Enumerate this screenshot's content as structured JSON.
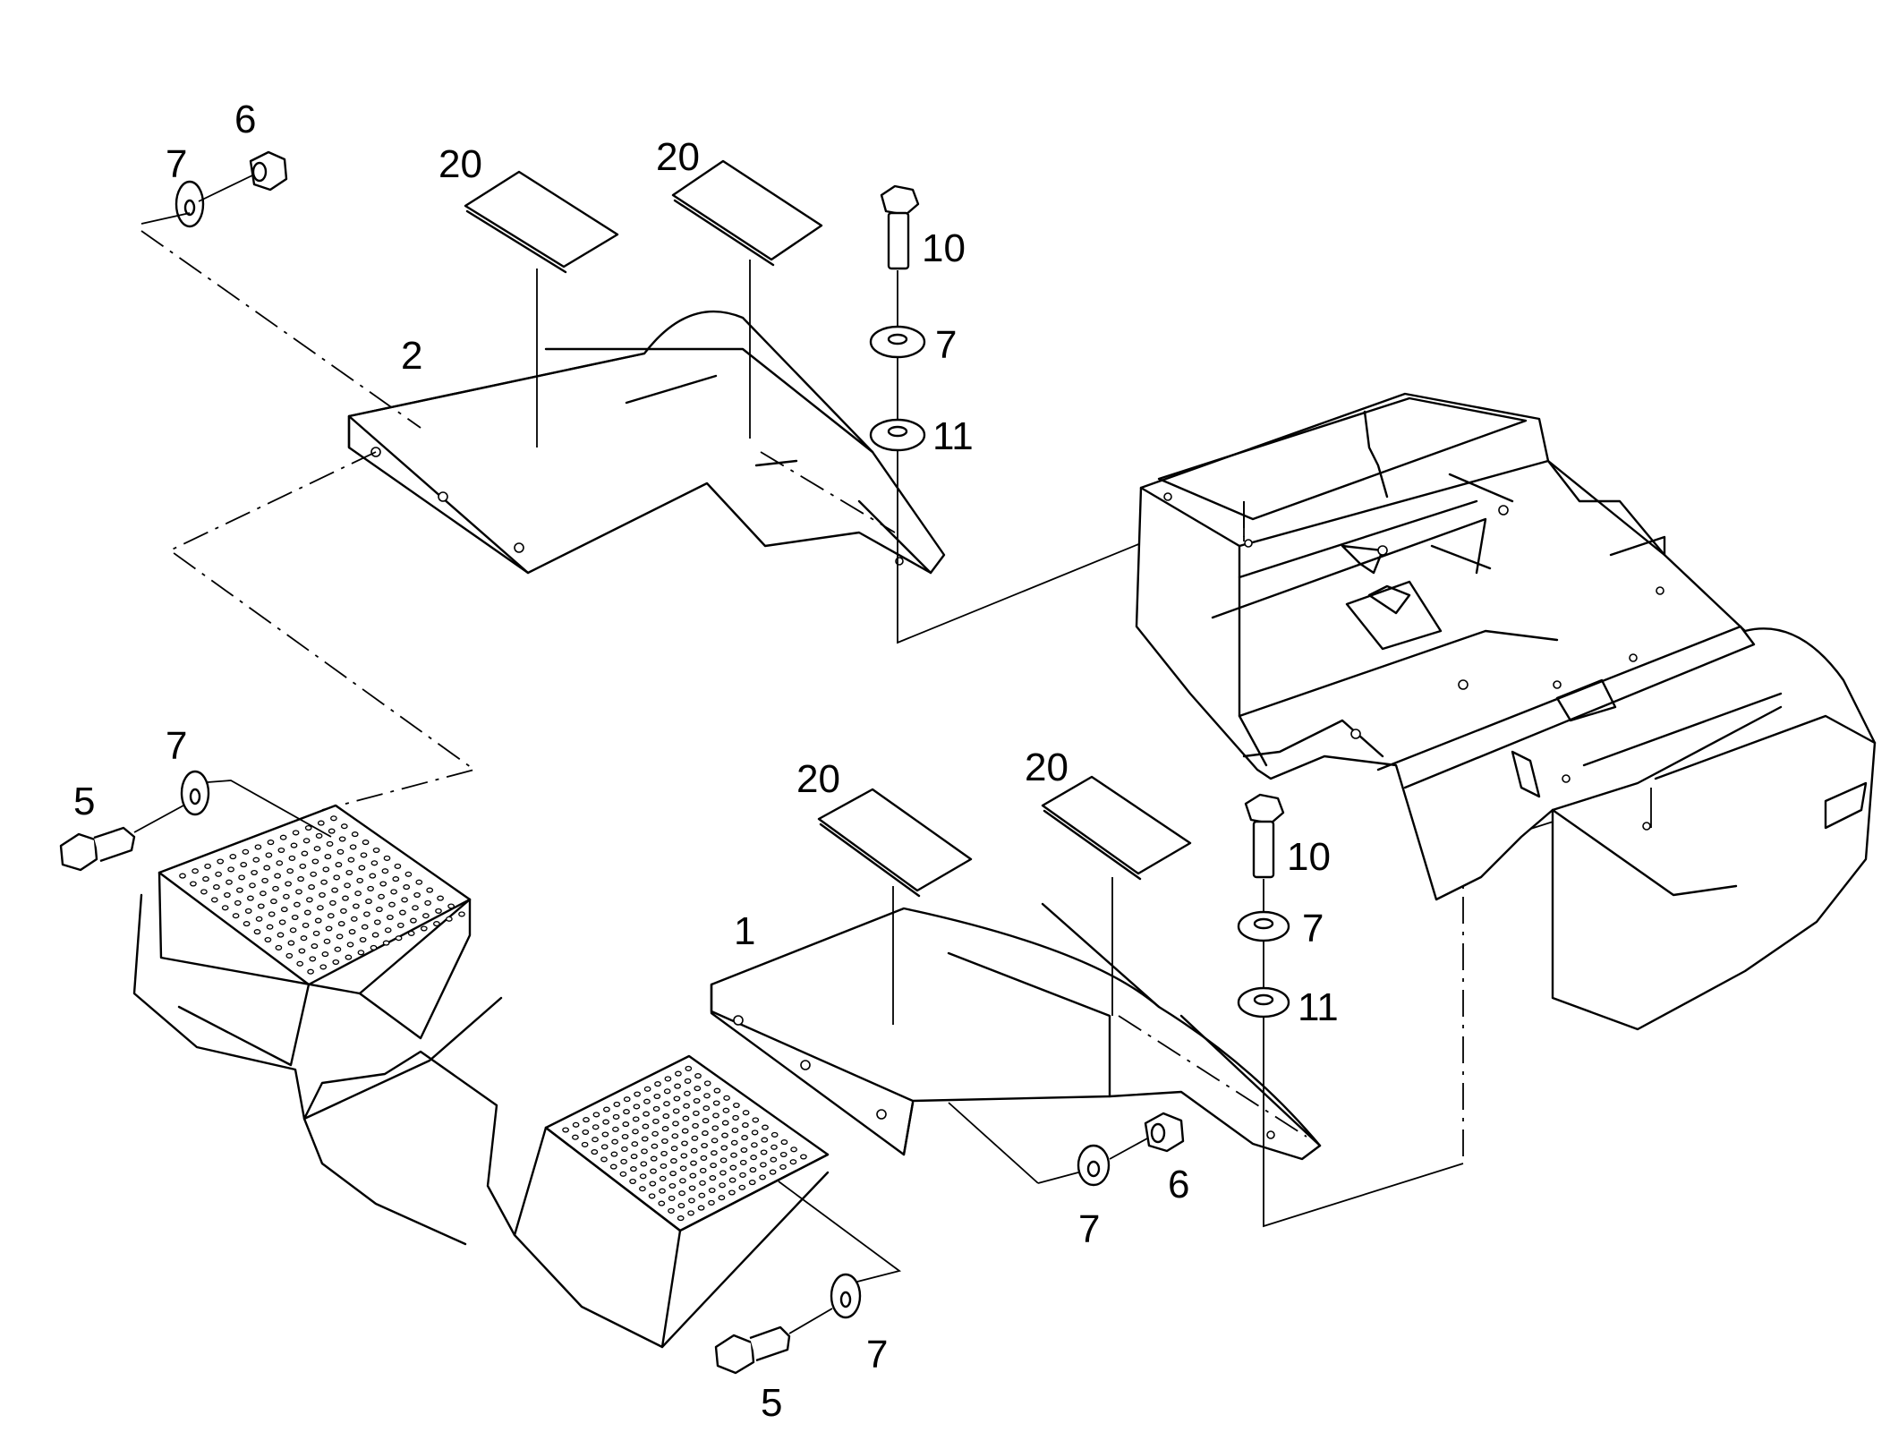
{
  "diagram": {
    "callouts": {
      "fender_right": "1",
      "fender_left": "2",
      "bolt_step_upper": "5",
      "bolt_step_lower": "5",
      "nut_left": "6",
      "nut_right": "6",
      "washer_left_nut": "7",
      "washer_upper_bolt": "7",
      "washer_step_upper": "7",
      "washer_lower_bolt": "7",
      "washer_right_nut": "7",
      "washer_step_lower": "7",
      "bolt_upper": "10",
      "bolt_lower": "10",
      "spacer_upper": "11",
      "spacer_lower": "11",
      "pad_left_a": "20",
      "pad_left_b": "20",
      "pad_right_a": "20",
      "pad_right_b": "20"
    }
  }
}
